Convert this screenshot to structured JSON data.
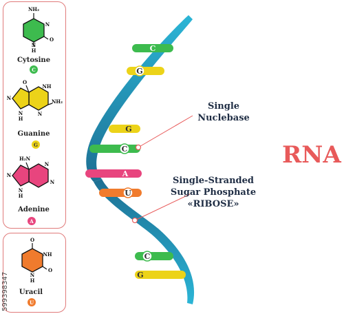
{
  "title": "RNA",
  "stock_id": "599398347",
  "nucleobases": [
    {
      "name": "Cytosine",
      "letter": "C",
      "color": "#3dbb4e",
      "atoms": {
        "top": "NH₂",
        "right": "N",
        "ring_o": "O",
        "bottom": "N",
        "h": "H"
      }
    },
    {
      "name": "Guanine",
      "letter": "G",
      "color": "#ecd319",
      "atoms": {
        "o": "O",
        "nh": "NH",
        "nh2": "NH₂",
        "n1": "N",
        "n2": "N",
        "n3": "N",
        "h": "H"
      }
    },
    {
      "name": "Adenine",
      "letter": "A",
      "color": "#e8457e",
      "atoms": {
        "nh2": "H₂N",
        "n1": "N",
        "n2": "N",
        "n3": "N",
        "n4": "N",
        "h": "H"
      }
    },
    {
      "name": "Uracil",
      "letter": "U",
      "color": "#f07b2d",
      "atoms": {
        "o1": "O",
        "nh": "NH",
        "o2": "O",
        "n": "N",
        "h": "H"
      }
    }
  ],
  "strand_bases": [
    {
      "letter": "C",
      "color": "#3dbb4e"
    },
    {
      "letter": "G",
      "color": "#ecd319"
    },
    {
      "letter": "G",
      "color": "#ecd319"
    },
    {
      "letter": "C",
      "color": "#3dbb4e"
    },
    {
      "letter": "A",
      "color": "#e8457e"
    },
    {
      "letter": "U",
      "color": "#f07b2d"
    },
    {
      "letter": "C",
      "color": "#3dbb4e"
    },
    {
      "letter": "G",
      "color": "#ecd319"
    }
  ],
  "annotations": {
    "single_base": [
      "Single",
      "Nuclebase"
    ],
    "strand": [
      "Single-Stranded",
      "Sugar Phosphate",
      "«RIBOSE»"
    ]
  },
  "colors": {
    "helix_light": "#2bb5d6",
    "helix_dark": "#1d6f93",
    "title": "#e85a5a",
    "panel_border": "#e07a7a"
  }
}
